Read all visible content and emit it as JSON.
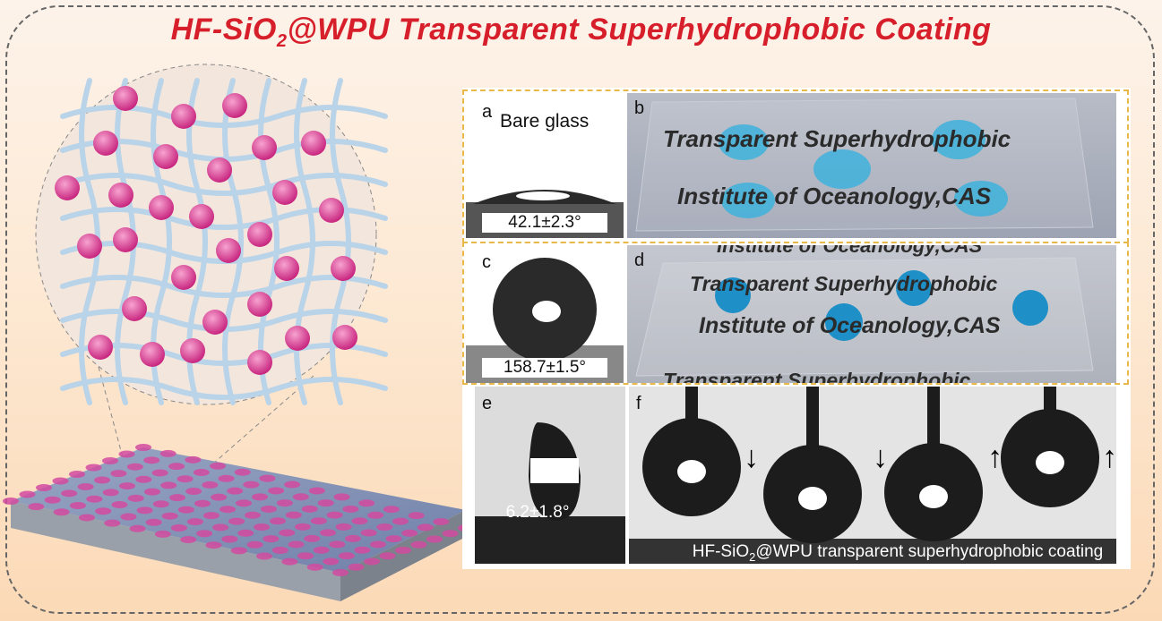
{
  "title": {
    "main": "HF-SiO",
    "sub": "2",
    "rest": "@WPU Transparent Superhydrophobic Coating"
  },
  "panels": {
    "a": {
      "label": "a",
      "heading": "Bare glass",
      "angle": "42.1±2.3°"
    },
    "b": {
      "label": "b",
      "line1": "Transparent Superhydrophobic",
      "line2": "Institute of Oceanology,CAS"
    },
    "c": {
      "label": "c",
      "angle": "158.7±1.5°"
    },
    "d": {
      "label": "d",
      "top": "Institute of Oceanology,CAS",
      "line1": "Transparent Superhydrophobic",
      "line2": "Institute of Oceanology,CAS",
      "bottom": "Transparent Superhydrophobic"
    },
    "e": {
      "label": "e",
      "angle": "6.2±1.8°"
    },
    "f": {
      "label": "f",
      "cap_main": "HF-SiO",
      "cap_sub": "2",
      "cap_rest": "@WPU transparent superhydrophobic coating"
    }
  },
  "colors": {
    "title": "#d71f2b",
    "nanoparticle": "#e0479b",
    "fiber": "#b9d3e8",
    "droplet": "#1e8fc7"
  },
  "icons": [
    "nanoparticle-icon",
    "fiber-network-icon",
    "coated-substrate-icon",
    "water-droplet-icon",
    "arrow-down-icon",
    "arrow-up-icon"
  ]
}
